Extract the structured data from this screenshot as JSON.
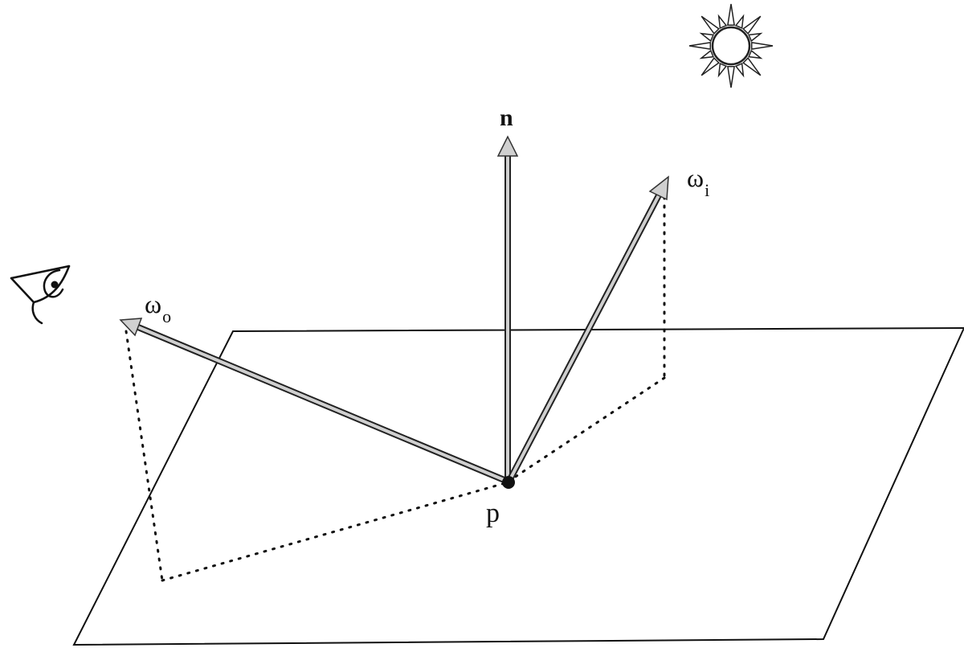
{
  "labels": {
    "normal": {
      "text": "n"
    },
    "incident": {
      "symbol": "ω",
      "subscript": "i"
    },
    "outgoing": {
      "symbol": "ω",
      "subscript": "o"
    },
    "point": {
      "text": "p"
    }
  },
  "icons": {
    "light": "sun-icon",
    "viewer": "eye-icon"
  },
  "colors": {
    "line": "#111111",
    "arrow_fill": "#c8c8c8",
    "point": "#111111"
  }
}
